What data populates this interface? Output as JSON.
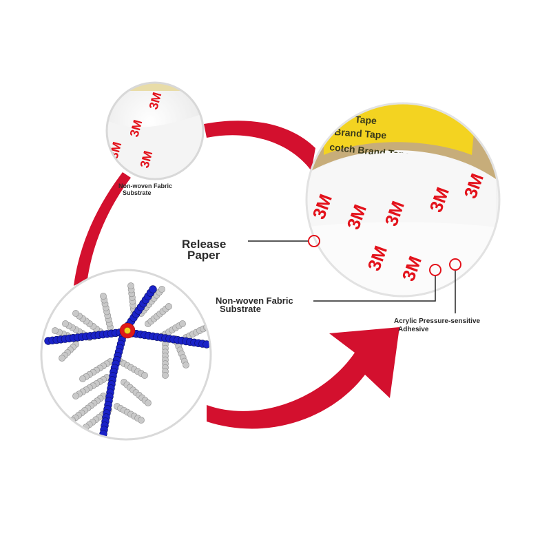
{
  "tape_print": {
    "line1": "Tape",
    "line2": "Brand Tape",
    "line3": "cotch  Brand Tape",
    "brand_mark": "3M"
  },
  "labels": {
    "small_inset_line1": "Non-woven Fabric",
    "small_inset_line2": "Substrate",
    "release_line1": "Release",
    "release_line2": "Paper",
    "fabric_line1": "Non-woven Fabric",
    "fabric_line2": "Substrate",
    "adhesive_line1": "Acrylic Pressure-sensitive",
    "adhesive_line2": "Adhesive"
  },
  "colors": {
    "arrow_red": "#d3102e",
    "marker_red": "#e3121b",
    "molecule_blue": "#1a22c8",
    "molecule_gray": "#c9c9c9",
    "core_red": "#e01818",
    "tape_yellow": "#f3d321"
  }
}
